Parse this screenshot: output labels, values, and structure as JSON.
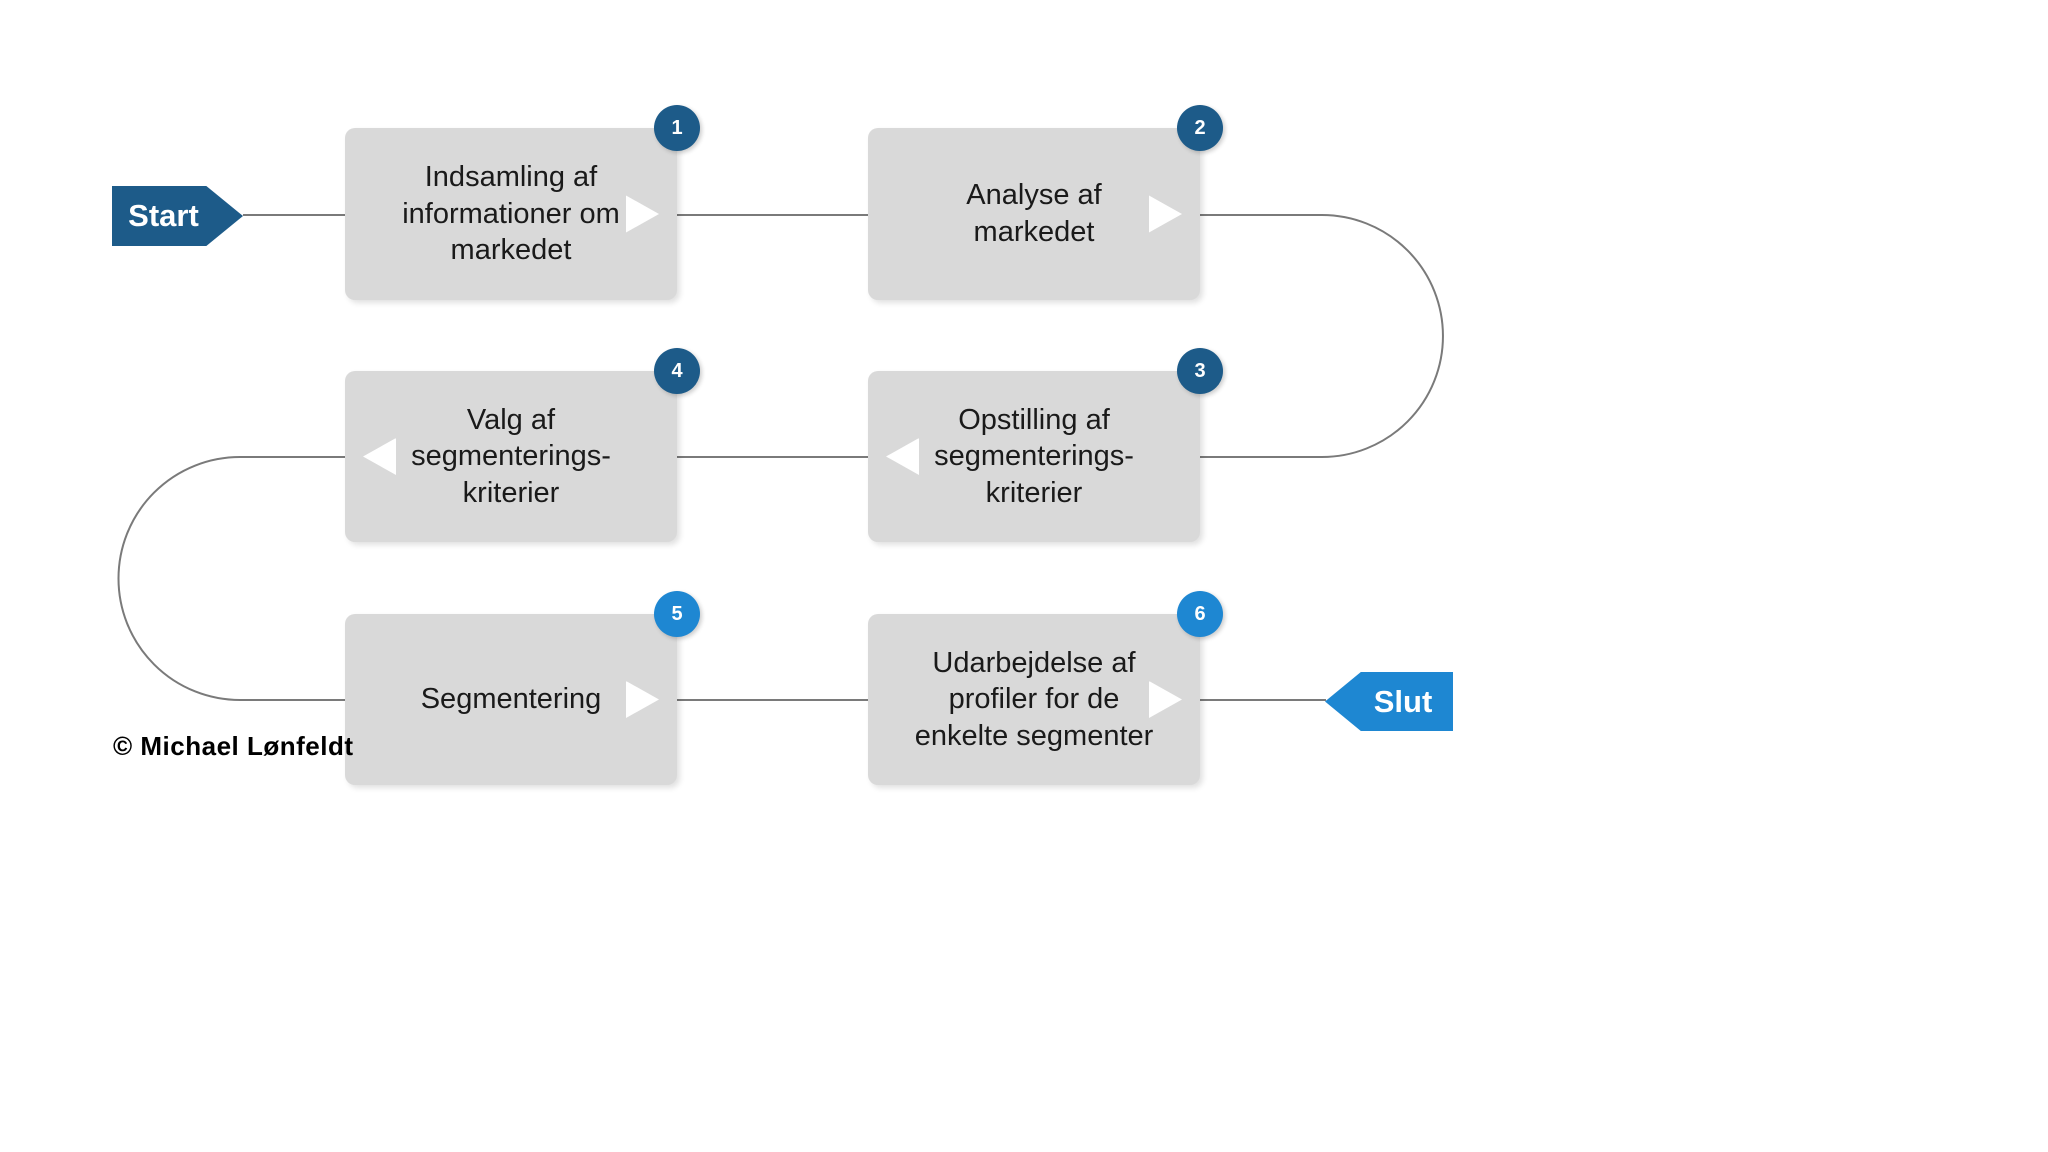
{
  "colors": {
    "dark_blue": "#1d5b89",
    "bright_blue": "#1e87d2",
    "box_gray": "#d9d9d9",
    "line_gray": "#7a7a7a"
  },
  "terminals": {
    "start_label": "Start",
    "end_label": "Slut"
  },
  "steps": [
    {
      "number": "1",
      "lines": [
        "Indsamling af",
        "informationer om",
        "markedet"
      ]
    },
    {
      "number": "2",
      "lines": [
        "Analyse af",
        "markedet"
      ]
    },
    {
      "number": "3",
      "lines": [
        "Opstilling af",
        "segmenterings-",
        "kriterier"
      ]
    },
    {
      "number": "4",
      "lines": [
        "Valg af",
        "segmenterings-",
        "kriterier"
      ]
    },
    {
      "number": "5",
      "lines": [
        "Segmentering"
      ]
    },
    {
      "number": "6",
      "lines": [
        "Udarbejdelse af",
        "profiler for de",
        "enkelte segmenter"
      ]
    }
  ],
  "credit": "© Michael Lønfeldt"
}
